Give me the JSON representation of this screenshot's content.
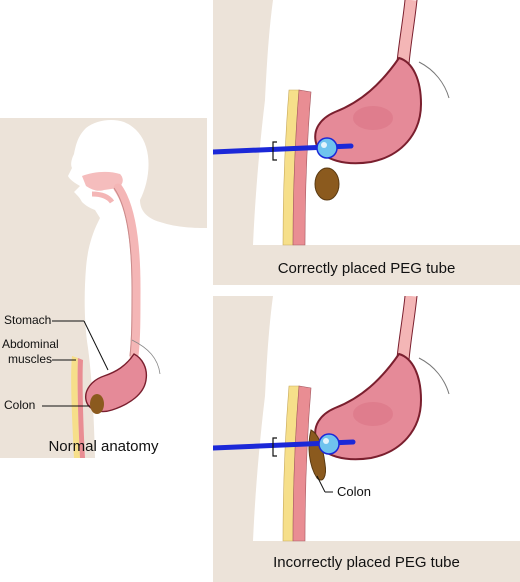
{
  "panels": {
    "normal": {
      "caption": "Normal anatomy",
      "labels": {
        "stomach": "Stomach",
        "abdominal_muscles_line1": "Abdominal",
        "abdominal_muscles_line2": "muscles",
        "colon": "Colon"
      }
    },
    "correct": {
      "caption": "Correctly placed PEG tube"
    },
    "incorrect": {
      "caption": "Incorrectly placed PEG tube",
      "labels": {
        "colon": "Colon"
      }
    }
  },
  "colors": {
    "panel_bg": "#ece3d9",
    "body_fill": "#ffffff",
    "stomach_fill": "#e58a98",
    "stomach_outline": "#7a1f2e",
    "esophagus": "#f4b6b6",
    "muscle_yellow": "#f6df8a",
    "muscle_pink": "#e98d93",
    "colon": "#8b5a1e",
    "tube": "#1b28d8",
    "bulb": "#6fc3ee"
  }
}
